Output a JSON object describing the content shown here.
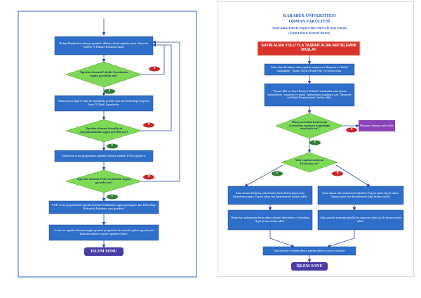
{
  "colors": {
    "process_fill": "#2f6ec9",
    "diamond_fill": "#7ed957",
    "arrow": "#2b4aa8",
    "yes_badge": "#2e7d32",
    "no_badge": "#c62828",
    "terminal_fill": "#4a3ca6",
    "side_box_fill": "#8a43b5",
    "title_banner_fill": "#d9342b",
    "frame_line": "#2f5fb3"
  },
  "left_flow": {
    "steps": [
      "Bolum Baskanlari aclan programlari dikkate alarak ogretim uyesi ihtiyacini belirler ve Fakulte Kuruluna sunar.",
      "Ogretim elemani Fakulte Kurulunda uygun gorulduu mu?",
      "Alimi karara bagli (?) ilan ile istihdamla gerekli olan kisi Rektorluge (Ogrenci Isleri D. Baskl.) gonderilir.",
      "Ogretim elemani istemilerin onaylanmasinda uygun goruldu mu?",
      "Fakultenin aclan programlara ogretim elemani talebini YOK'e gonderir.",
      "Ogretim elemani YOK tarafindan uygun goruldu mu?",
      "YOK aclan programlarda ogretim elemani istihdamini uygun gordugune dair Rektorluge Rektorluk Fakulteye yazi gonderir.",
      "Acilan ve ogretim elemani uygun gorulen programlar bir sonraki egitim-ogretim yili basindan itibaren egitim-ogretime baslar."
    ],
    "badges": {
      "yes": "E",
      "no": "H"
    },
    "end_label": "ISLEM SONU"
  },
  "right_flow": {
    "header": {
      "line1": "KARABÜK ÜNİVERSİTESİ",
      "line2": "ORMAN FAKÜLTESİ",
      "line3": "Satın Alma Yoluyla Taşınır Alım Süreci İş Akış Şeması",
      "line4": "(Taşınır Kayıt Kontrol Birimi)"
    },
    "banner": "SATIN ALMA YOLU'YLA TAŞINIR ALIMLARI İŞLEMİNİ BAŞLAT",
    "steps": [
      "Satın alma birimince alım yapılan taşınırın ve Muayene ve Kabul tutanağının \"Taşınır Geçici Alındı Fişi\" ile teslim alınır.",
      "\"Taşınır Mal ve Kayıt Kontrol Yetkilisi\" tarafından satın alınan malzemenin \"muayene ve kabul\" işlemlerinin yapılması için \"Muayene ve Kabul Komisyonuna\" teslim edilir.",
      "Muayene kabul komisyonu tarafından taşınırın uygunluğu onaylandı mı?",
      "Alım yapılan malzeme Demirbaş mı?",
      "Satın alınan demirbaş malzemenin birim listesi (kayıt) için düzenleme yapılır. Taşınır işlem fişi düzenlenerek tanzim edilir.",
      "Satın alınan sarf malzemenin işlemleri Taşınır işlem fişi ile alınır. Taşınır işlem fişi düzenlenerek ilgili birime verilir.",
      "Demirbaş malzemenin birim adına zimmet düzenlenir ve demirbaş ilgili birime teslim edilir.",
      "Alım yapılan malzeme gerekli ise taşınırın işlem fişi ile birime teslim edilir.",
      "Tüm işlemler sonunda dosya tanzim edilir ve arşive kaldırılır."
    ],
    "side_box": "Malzeme firmaya iade edilir.",
    "badges": {
      "yes": "E",
      "no": "H"
    },
    "end_label": "İŞLEM SONU"
  }
}
